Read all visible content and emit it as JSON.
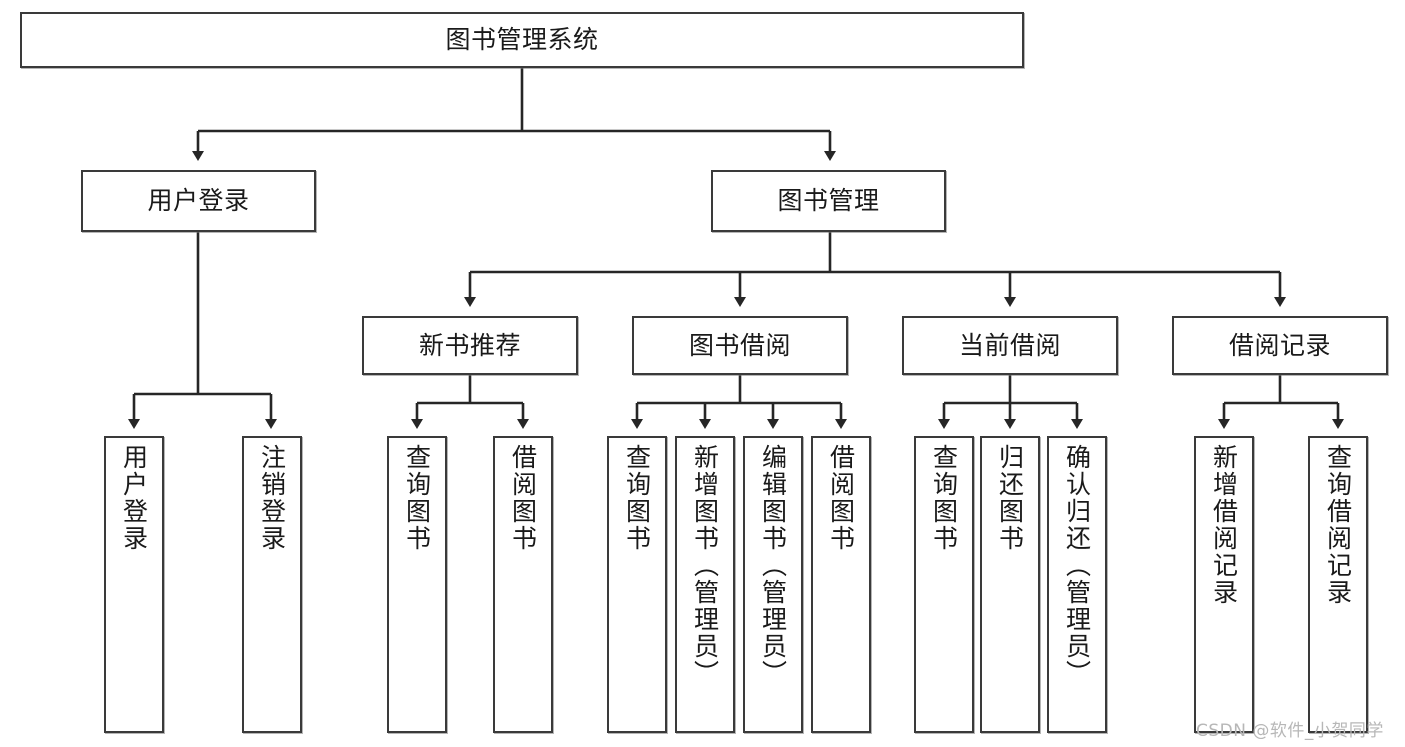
{
  "diagram": {
    "title": "图书管理系统",
    "type": "tree",
    "root": {
      "label": "图书管理系统"
    },
    "level2": [
      {
        "label": "用户登录"
      },
      {
        "label": "图书管理"
      }
    ],
    "level3": [
      {
        "label": "新书推荐"
      },
      {
        "label": "图书借阅"
      },
      {
        "label": "当前借阅"
      },
      {
        "label": "借阅记录"
      }
    ],
    "leaves": {
      "user_login": [
        {
          "label": "用户登录"
        },
        {
          "label": "注销登录"
        }
      ],
      "new_book_recommend": [
        {
          "label": "查询图书"
        },
        {
          "label": "借阅图书"
        }
      ],
      "book_borrow": [
        {
          "label": "查询图书"
        },
        {
          "label": "新增图书（管理员）"
        },
        {
          "label": "编辑图书（管理员）"
        },
        {
          "label": "借阅图书"
        }
      ],
      "current_borrow": [
        {
          "label": "查询图书"
        },
        {
          "label": "归还图书"
        },
        {
          "label": "确认归还（管理员）"
        }
      ],
      "borrow_record": [
        {
          "label": "新增借阅记录"
        },
        {
          "label": "查询借阅记录"
        }
      ]
    },
    "watermark": "CSDN @软件_小贺同学",
    "colors": {
      "box_border": "#3a3a3a",
      "box_fill": "#ffffff",
      "connector": "#262626",
      "text": "#1a1a1a",
      "watermark": "#b7b7b7"
    }
  }
}
